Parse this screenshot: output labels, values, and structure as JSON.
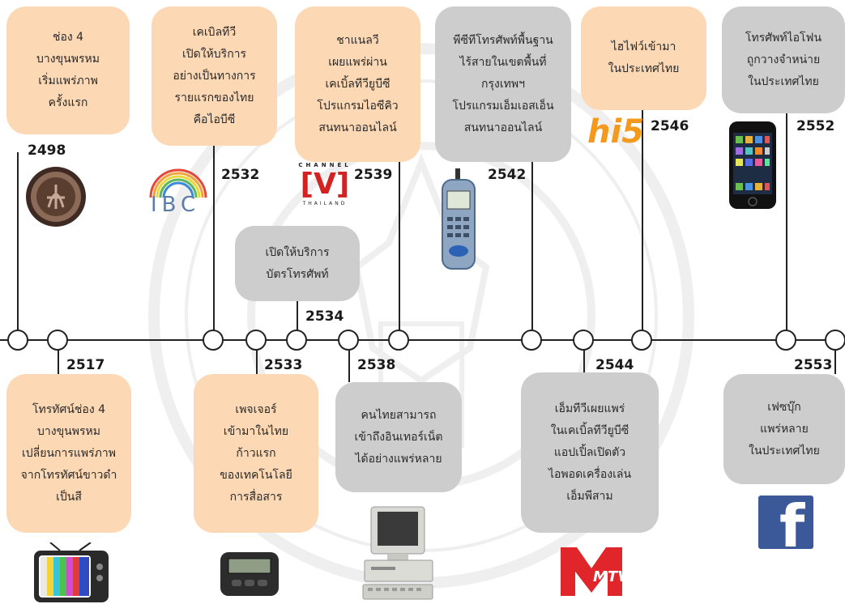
{
  "events": {
    "e2498": {
      "year": "2498",
      "text": "ช่อง 4\nบางขุนพรหม\nเริ่มแพร่ภาพ\nครั้งแรก"
    },
    "e2517": {
      "year": "2517",
      "text": "โทรทัศน์ช่อง 4\nบางขุนพรหม\nเปลี่ยนการแพร่ภาพ\nจากโทรทัศน์ขาวดำ\nเป็นสี"
    },
    "e2532": {
      "year": "2532",
      "text": "เคเบิลทีวี\nเปิดให้บริการ\nอย่างเป็นทางการ\nรายแรกของไทย\nคือไอบีซี"
    },
    "e2533": {
      "year": "2533",
      "text": "เพจเจอร์\nเข้ามาในไทย\nก้าวแรก\nของเทคโนโลยี\nการสื่อสาร"
    },
    "e2534": {
      "year": "2534",
      "text": "เปิดให้บริการ\nบัตรโทรศัพท์"
    },
    "e2538": {
      "year": "2538",
      "text": "คนไทยสามารถ\nเข้าถึงอินเทอร์เน็ต\nได้อย่างแพร่หลาย"
    },
    "e2539": {
      "year": "2539",
      "text": "ชาแนลวี\nเผยแพร่ผ่าน\nเคเบิ้ลทีวียูบีซี\nโปรแกรมไอซีคิว\nสนทนาออนไลน์"
    },
    "e2542": {
      "year": "2542",
      "text": "พีซีทีโทรศัพท์พื้นฐาน\nไร้สายในเขตพื้นที่\nกรุงเทพฯ\nโปรแกรมเอ็มเอสเอ็น\nสนทนาออนไลน์"
    },
    "e2544": {
      "year": "2544",
      "text": "เอ็มทีวีเผยแพร่\nในเคเบิ้ลทีวียูบีซี\nแอปเปิ้ลเปิดตัว\nไอพอดเครื่องเล่น\nเอ็มพีสาม"
    },
    "e2546": {
      "year": "2546",
      "text": "ไฮไฟว์เข้ามา\nในประเทศไทย"
    },
    "e2552": {
      "year": "2552",
      "text": "โทรศัพท์ไอโฟน\nถูกวางจำหน่าย\nในประเทศไทย"
    },
    "e2553": {
      "year": "2553",
      "text": "เฟซบุ๊ก\nแพร่หลาย\nในประเทศไทย"
    }
  },
  "logos": {
    "ibc": "IBC",
    "channel_v_top": "CHANNEL",
    "channel_v": "[V]",
    "channel_v_bottom": "THAILAND",
    "hi5": "hi5",
    "mtv": "MTV",
    "facebook": "f"
  },
  "colors": {
    "future_box": "#fcd8b4",
    "past_box": "#cdcdcd",
    "line": "#222222"
  }
}
